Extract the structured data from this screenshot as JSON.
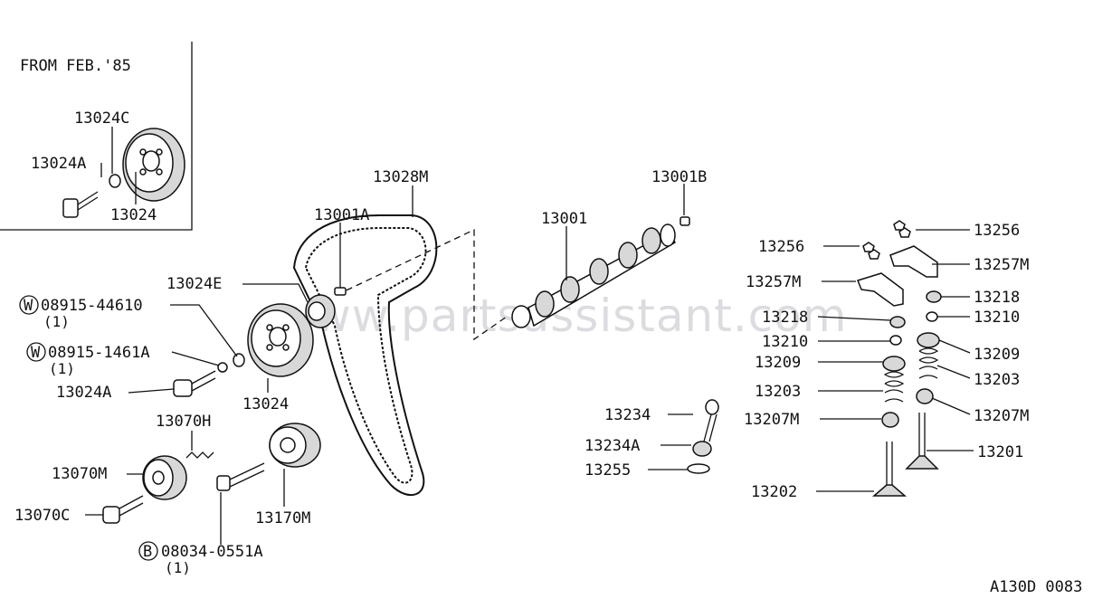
{
  "inset": {
    "title": "FROM FEB.'85"
  },
  "watermark": "www.partsassistant.com",
  "diagram_code": "A130D 0083",
  "callouts": {
    "c13024C": "13024C",
    "c13024A_inset": "13024A",
    "c13024_inset": "13024",
    "c13028M": "13028M",
    "c13001A": "13001A",
    "c13001": "13001",
    "c13001B": "13001B",
    "c13024E": "13024E",
    "w08915_44610": "08915-44610",
    "w08915_44610_qty": "(1)",
    "w08915_1461A": "08915-1461A",
    "w08915_1461A_qty": "(1)",
    "c13024A": "13024A",
    "c13024": "13024",
    "c13070H": "13070H",
    "c13070M": "13070M",
    "c13070C": "13070C",
    "c13170M": "13170M",
    "b08034_0551A": "08034-0551A",
    "b08034_0551A_qty": "(1)",
    "c13234": "13234",
    "c13234A": "13234A",
    "c13255": "13255",
    "c13256_left": "13256",
    "c13257M_left": "13257M",
    "c13218_left": "13218",
    "c13210_left": "13210",
    "c13209_left": "13209",
    "c13203_left": "13203",
    "c13207M_left": "13207M",
    "c13202": "13202",
    "c13256_right": "13256",
    "c13257M_right": "13257M",
    "c13218_right": "13218",
    "c13210_right": "13210",
    "c13209_right": "13209",
    "c13203_right": "13203",
    "c13207M_right": "13207M",
    "c13201": "13201"
  },
  "symbols": {
    "washer": "W",
    "bolt": "B"
  }
}
